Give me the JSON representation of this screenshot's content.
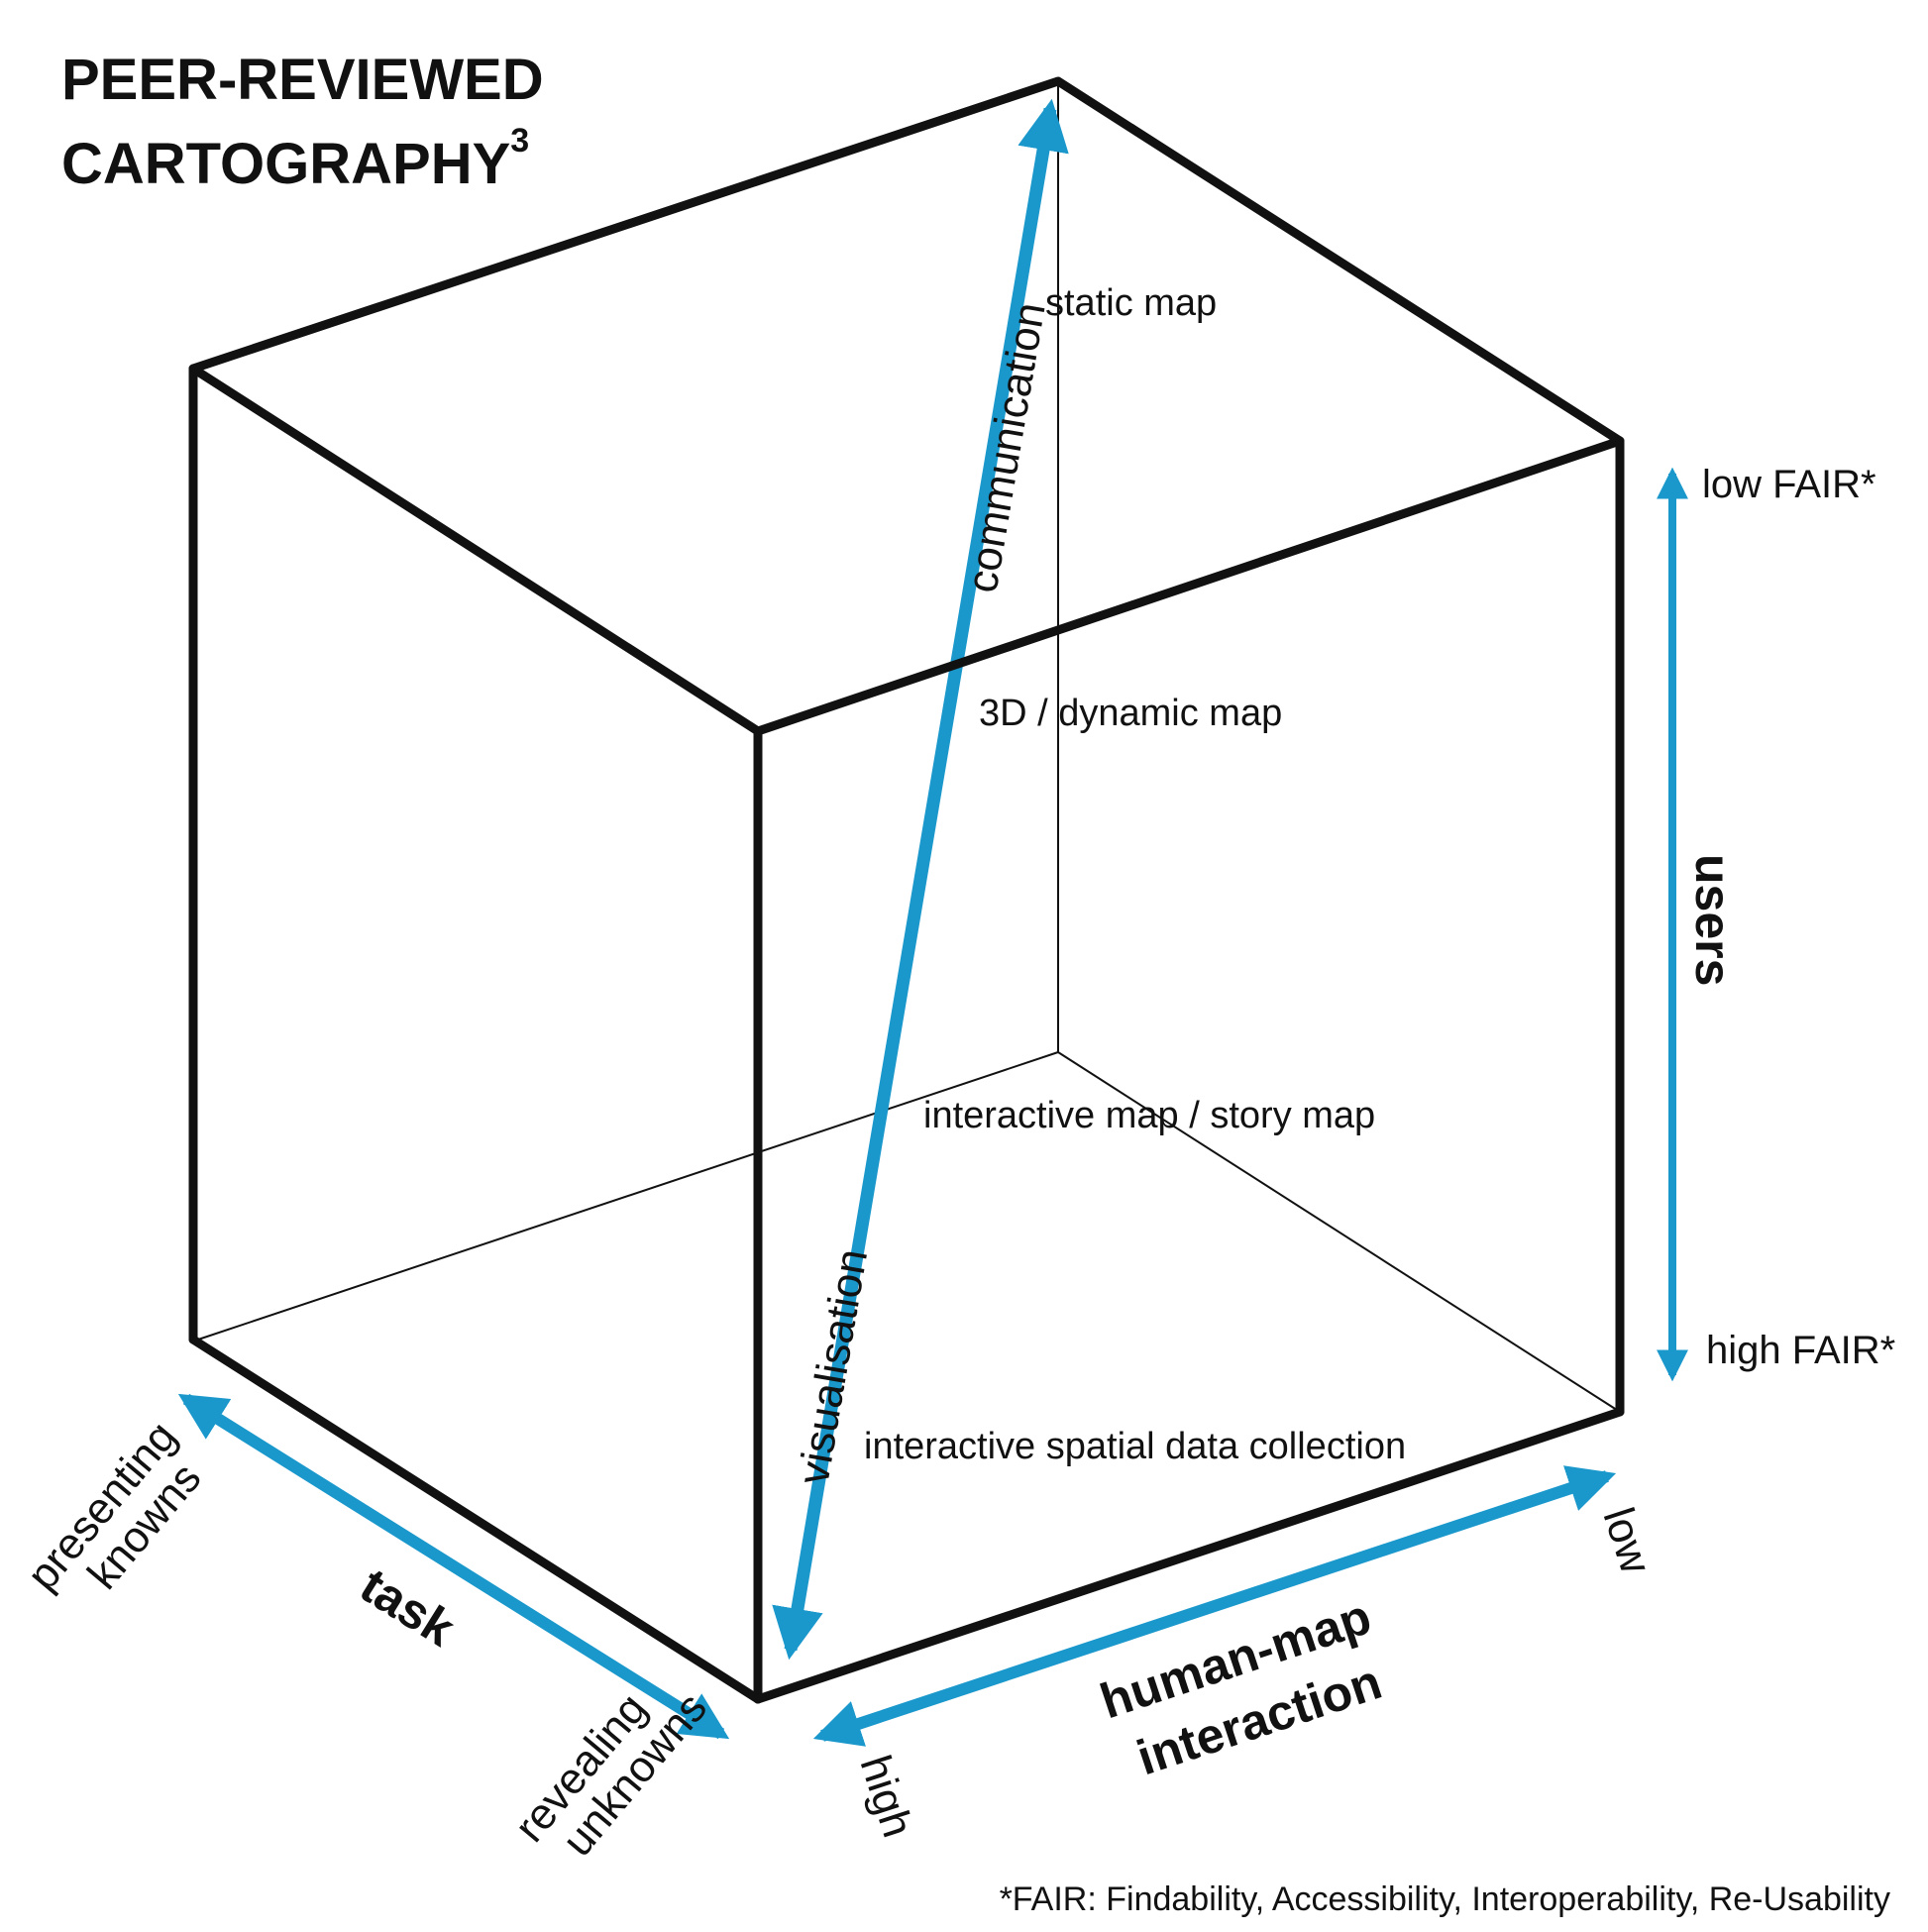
{
  "title": {
    "line1": "PEER-REVIEWED",
    "line2": "CARTOGRAPHY",
    "superscript": "3"
  },
  "map_types": {
    "static": "static map",
    "dynamic": "3D / dynamic map",
    "interactive": "interactive map / story map",
    "collection": "interactive spatial data collection"
  },
  "diagonal_axis": {
    "top_label": "communication",
    "bottom_label": "visualisation"
  },
  "users_axis": {
    "label": "users",
    "top": "low FAIR*",
    "bottom": "high FAIR*"
  },
  "task_axis": {
    "label": "task",
    "start_line1": "presenting",
    "start_line2": "knowns",
    "end_line1": "revealing",
    "end_line2": "unknowns"
  },
  "interaction_axis": {
    "label_line1": "human-map",
    "label_line2": "interaction",
    "low": "low",
    "high": "high"
  },
  "footnote": "*FAIR: Findability, Accessibility, Interoperability, Re-Usability",
  "colors": {
    "arrow": "#1a98cc",
    "edge": "#111111"
  }
}
